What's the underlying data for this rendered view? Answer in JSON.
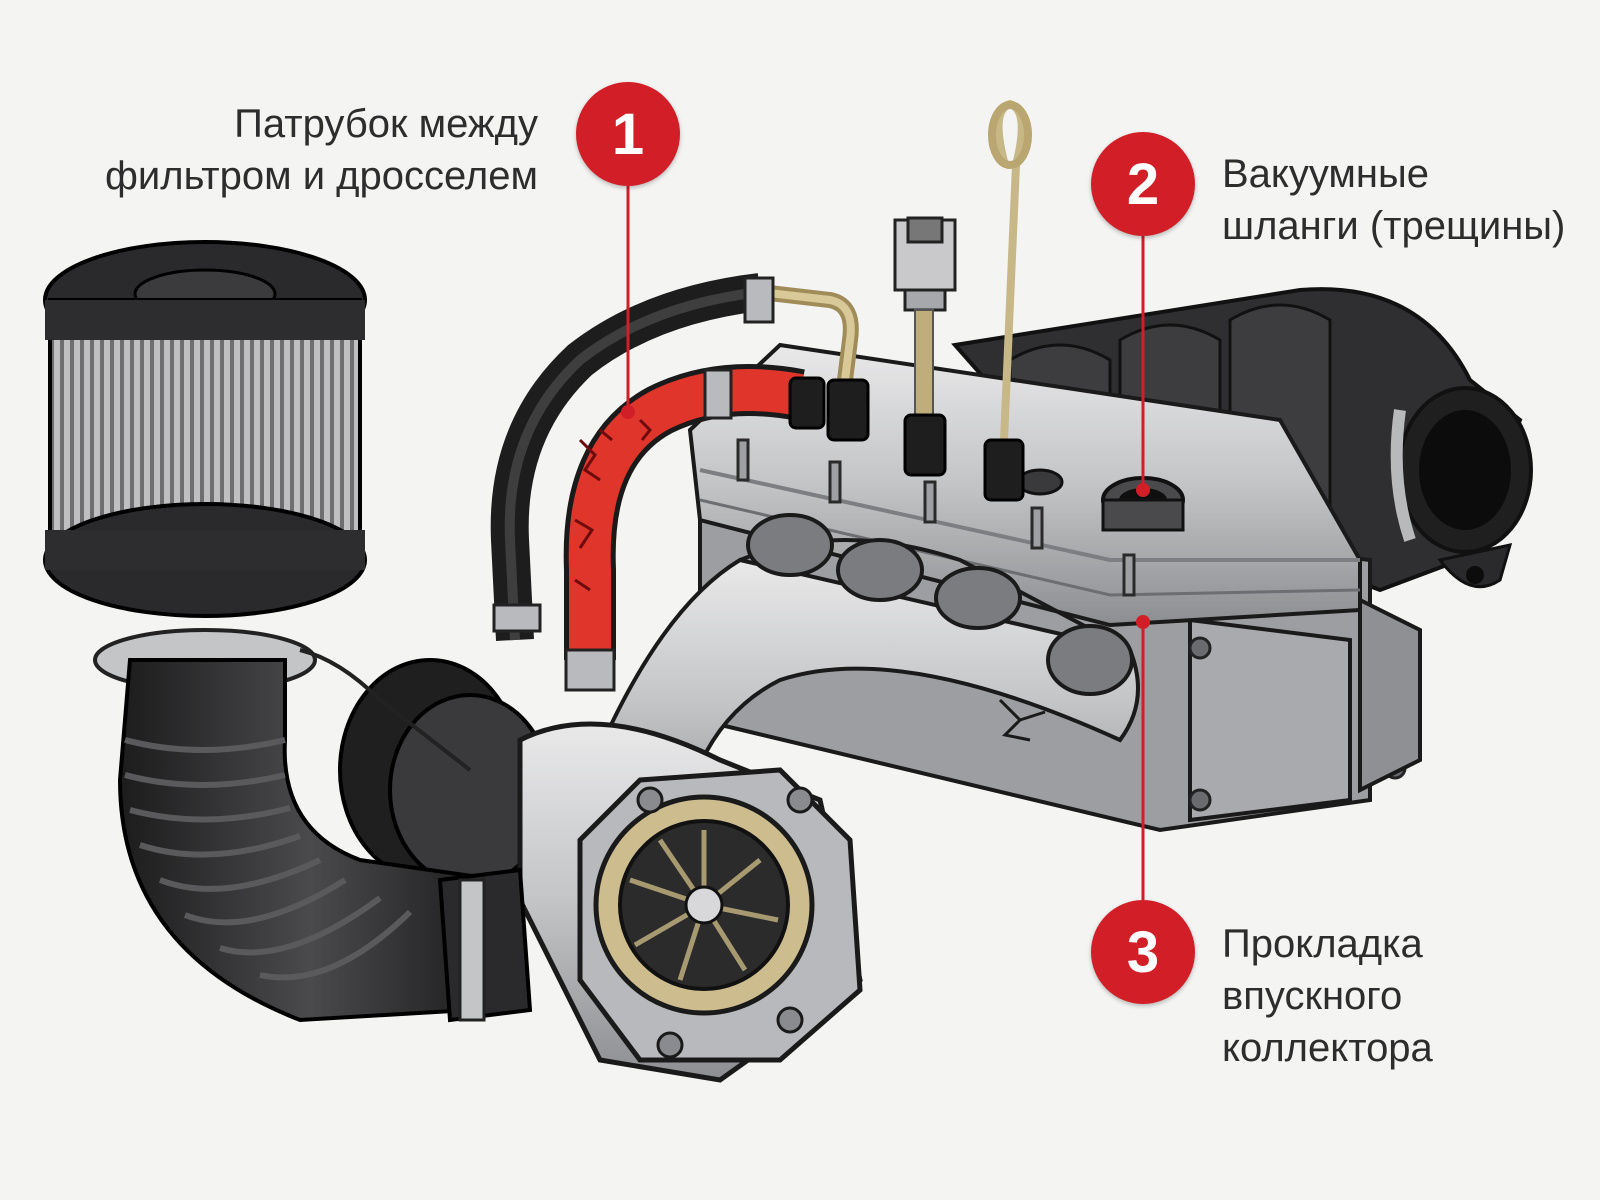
{
  "colors": {
    "accent": "#d21f27",
    "text": "#2d2d2d",
    "background": "#f4f4f3"
  },
  "callouts": [
    {
      "number": "1",
      "lines": [
        "Патрубок между",
        "фильтром и дросселем"
      ]
    },
    {
      "number": "2",
      "lines": [
        "Вакуумные",
        "шланги (трещины)"
      ]
    },
    {
      "number": "3",
      "lines": [
        "Прокладка",
        "впускного",
        "коллектора"
      ]
    }
  ]
}
